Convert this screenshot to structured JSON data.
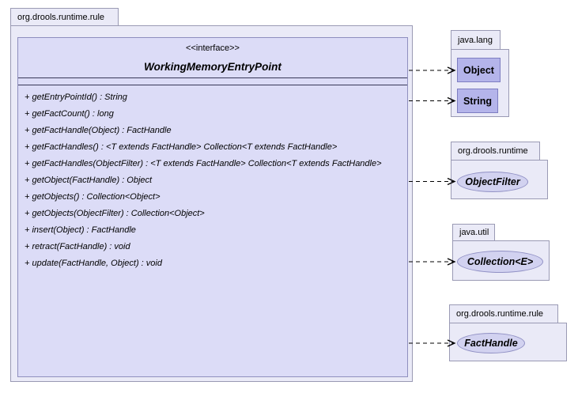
{
  "main_package": {
    "name": "org.drools.runtime.rule",
    "interface": {
      "stereotype": "<<interface>>",
      "name": "WorkingMemoryEntryPoint",
      "methods": [
        "+ getEntryPointId() : String",
        "+ getFactCount() : long",
        "+ getFactHandle(Object) : FactHandle",
        "+ getFactHandles() : <T extends FactHandle> Collection<T extends FactHandle>",
        "+ getFactHandles(ObjectFilter) : <T extends FactHandle> Collection<T extends FactHandle>",
        "+ getObject(FactHandle) : Object",
        "+ getObjects() : Collection<Object>",
        "+ getObjects(ObjectFilter) : Collection<Object>",
        "+ insert(Object) : FactHandle",
        "+ retract(FactHandle) : void",
        "+ update(FactHandle, Object) : void"
      ]
    }
  },
  "dependencies": {
    "java_lang": {
      "name": "java.lang",
      "object_label": "Object",
      "string_label": "String"
    },
    "org_drools_runtime": {
      "name": "org.drools.runtime",
      "objectfilter_label": "ObjectFilter"
    },
    "java_util": {
      "name": "java.util",
      "collection_label": "Collection<E>"
    },
    "org_drools_runtime_rule": {
      "name": "org.drools.runtime.rule",
      "facthandle_label": "FactHandle"
    }
  },
  "colors": {
    "package_fill": "#eaeaf7",
    "package_border": "#9a9ab4",
    "interface_fill": "#dcdcf7",
    "class_fill": "#b4b4ea",
    "ellipse_fill": "#d2d2f0",
    "arrow": "#000000"
  }
}
